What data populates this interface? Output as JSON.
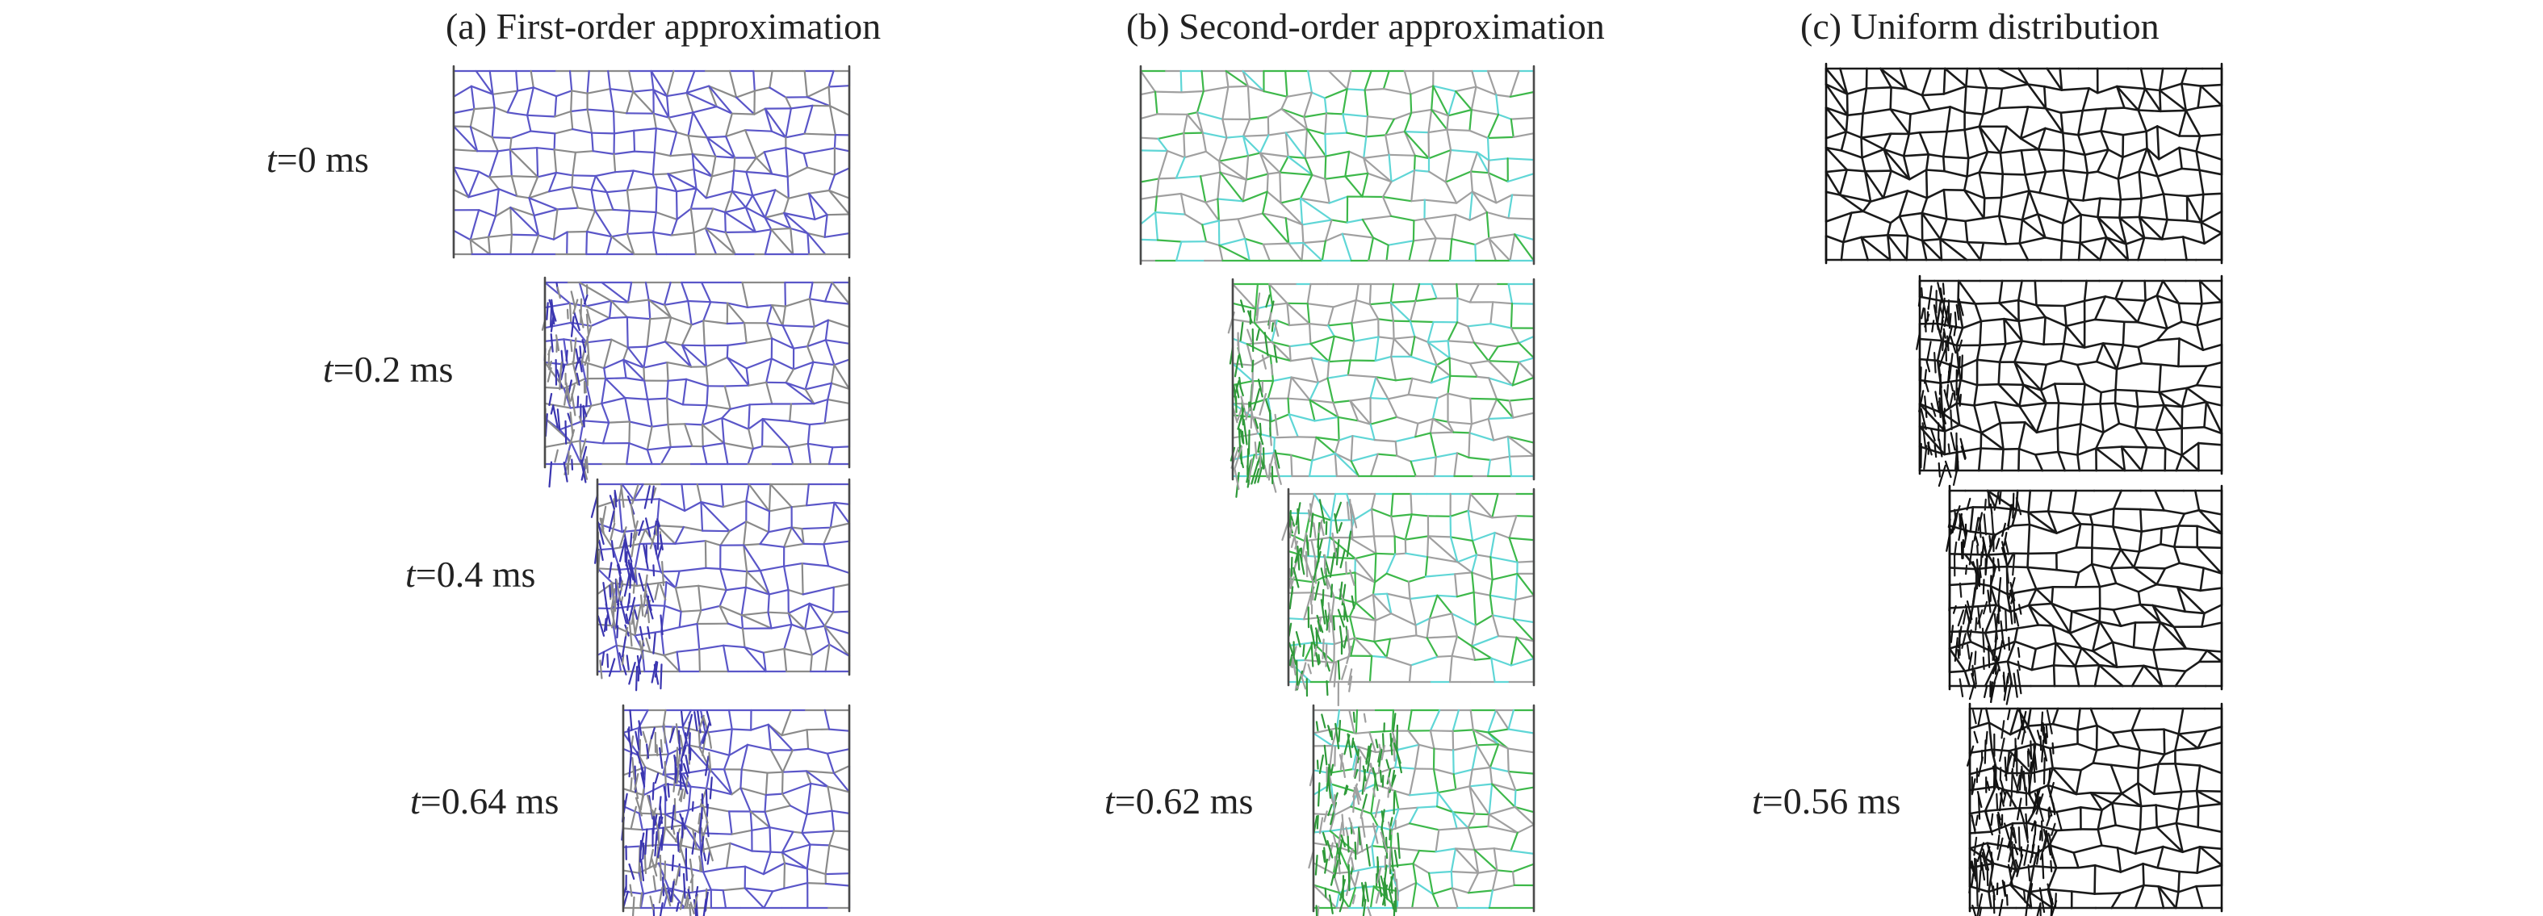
{
  "figure": {
    "panels": [
      {
        "title": "(a) First-order approximation",
        "scheme": "blue",
        "colors": {
          "edge": "#5a56c8",
          "grey": "#8a8a8a",
          "wall": "#4a4a4a",
          "dense": "#3b36b0"
        },
        "snapshots": [
          {
            "t_var": "t",
            "t_value": "=0 ms",
            "compaction": 0.0
          },
          {
            "t_var": "t",
            "t_value": "=0.2 ms",
            "compaction": 0.2
          },
          {
            "t_var": "t",
            "t_value": "=0.4 ms",
            "compaction": 0.4
          },
          {
            "t_var": "t",
            "t_value": "=0.64 ms",
            "compaction": 0.64
          }
        ]
      },
      {
        "title": "(b) Second-order approximation",
        "scheme": "green",
        "colors": {
          "edge": "#3db84a",
          "grey": "#a0a0a0",
          "cyan": "#5fd6d6",
          "wall": "#4a4a4a",
          "dense": "#2f9a3a"
        },
        "snapshots": [
          {
            "t_var": "",
            "t_value": "",
            "compaction": 0.0
          },
          {
            "t_var": "",
            "t_value": "",
            "compaction": 0.2
          },
          {
            "t_var": "",
            "t_value": "",
            "compaction": 0.4
          },
          {
            "t_var": "t",
            "t_value": "=0.62 ms",
            "compaction": 0.62
          }
        ]
      },
      {
        "title": "(c) Uniform distribution",
        "scheme": "black",
        "colors": {
          "edge": "#1a1a1a",
          "wall": "#111111",
          "dense": "#111111"
        },
        "snapshots": [
          {
            "t_var": "",
            "t_value": "",
            "compaction": 0.0
          },
          {
            "t_var": "",
            "t_value": "",
            "compaction": 0.2
          },
          {
            "t_var": "",
            "t_value": "",
            "compaction": 0.4
          },
          {
            "t_var": "t",
            "t_value": "=0.56 ms",
            "compaction": 0.56
          }
        ]
      }
    ]
  }
}
